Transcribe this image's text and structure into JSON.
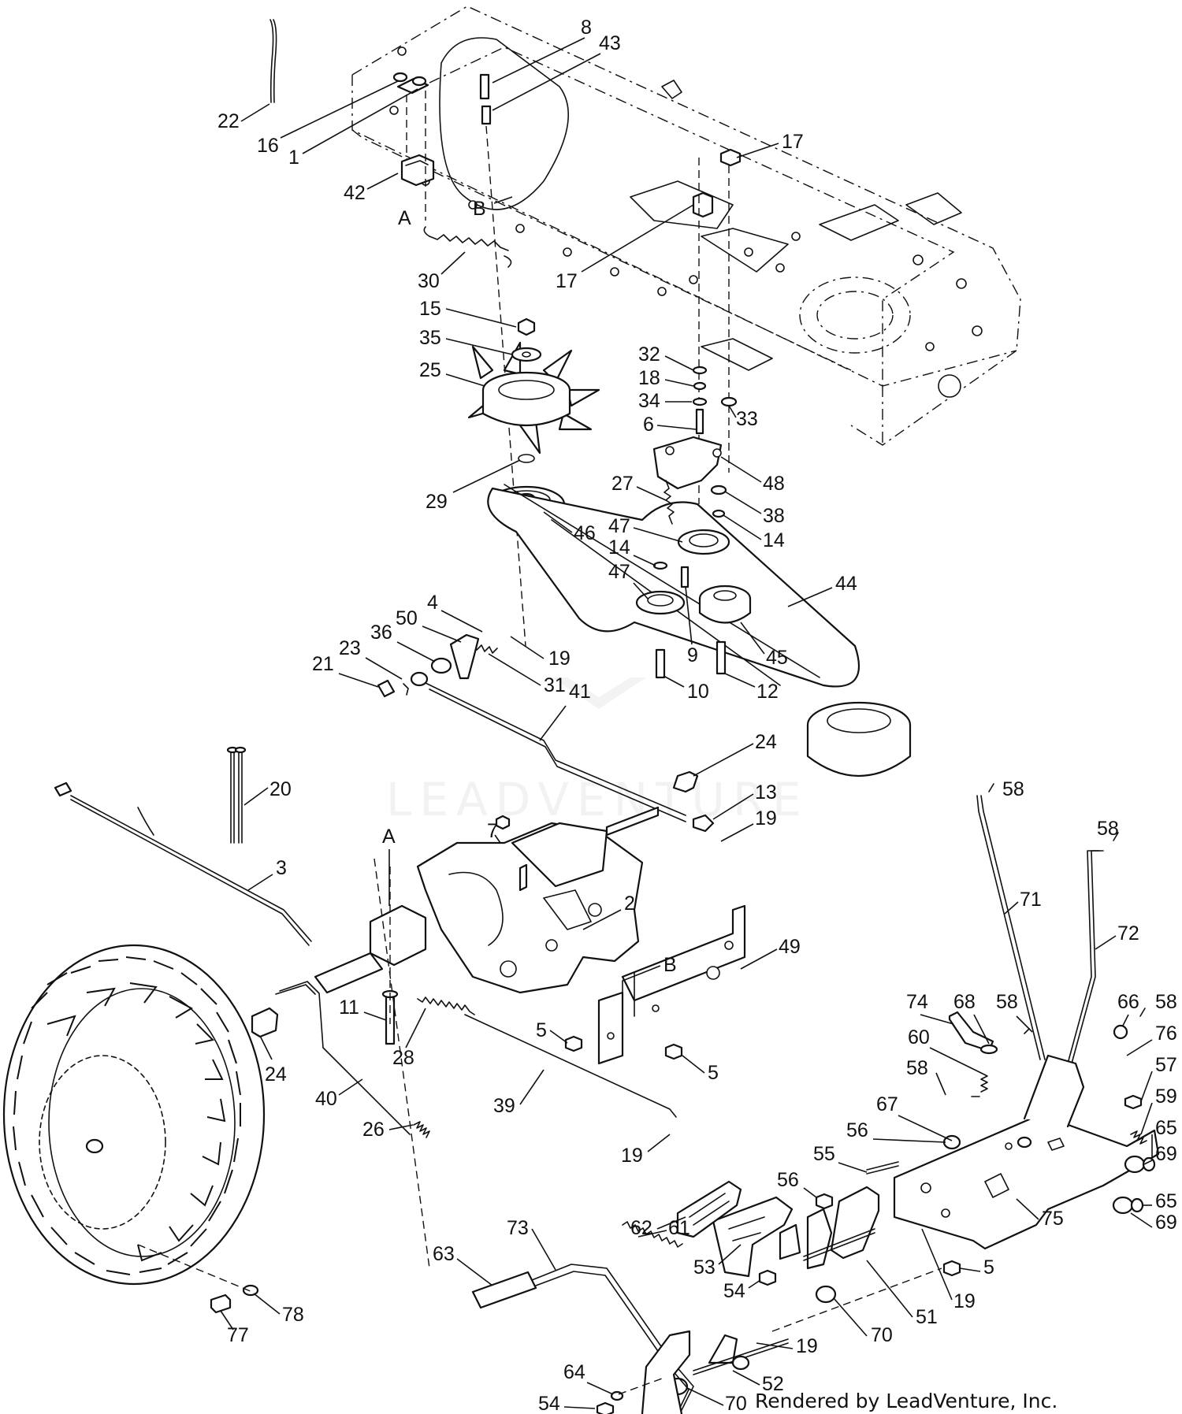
{
  "credit": "Rendered by LeadVenture, Inc.",
  "watermark": "LEADVENTURE",
  "reference_letters": [
    "A",
    "B",
    "A",
    "B"
  ],
  "callouts": [
    "22",
    "16",
    "1",
    "42",
    "8",
    "43",
    "17",
    "17",
    "30",
    "15",
    "35",
    "25",
    "29",
    "32",
    "18",
    "34",
    "33",
    "6",
    "48",
    "27",
    "38",
    "14",
    "46",
    "47",
    "14",
    "47",
    "44",
    "9",
    "45",
    "10",
    "12",
    "4",
    "50",
    "36",
    "23",
    "21",
    "19",
    "31",
    "41",
    "24",
    "13",
    "19",
    "20",
    "3",
    "7",
    "2",
    "49",
    "11",
    "28",
    "24",
    "5",
    "5",
    "40",
    "39",
    "26",
    "19",
    "58",
    "58",
    "71",
    "72",
    "74",
    "68",
    "58",
    "66",
    "58",
    "76",
    "57",
    "60",
    "58",
    "59",
    "67",
    "56",
    "55",
    "56",
    "65",
    "69",
    "65",
    "69",
    "75",
    "62",
    "53",
    "54",
    "5",
    "19",
    "51",
    "70",
    "63",
    "73",
    "61",
    "78",
    "77",
    "64",
    "54",
    "52",
    "19",
    "70"
  ]
}
